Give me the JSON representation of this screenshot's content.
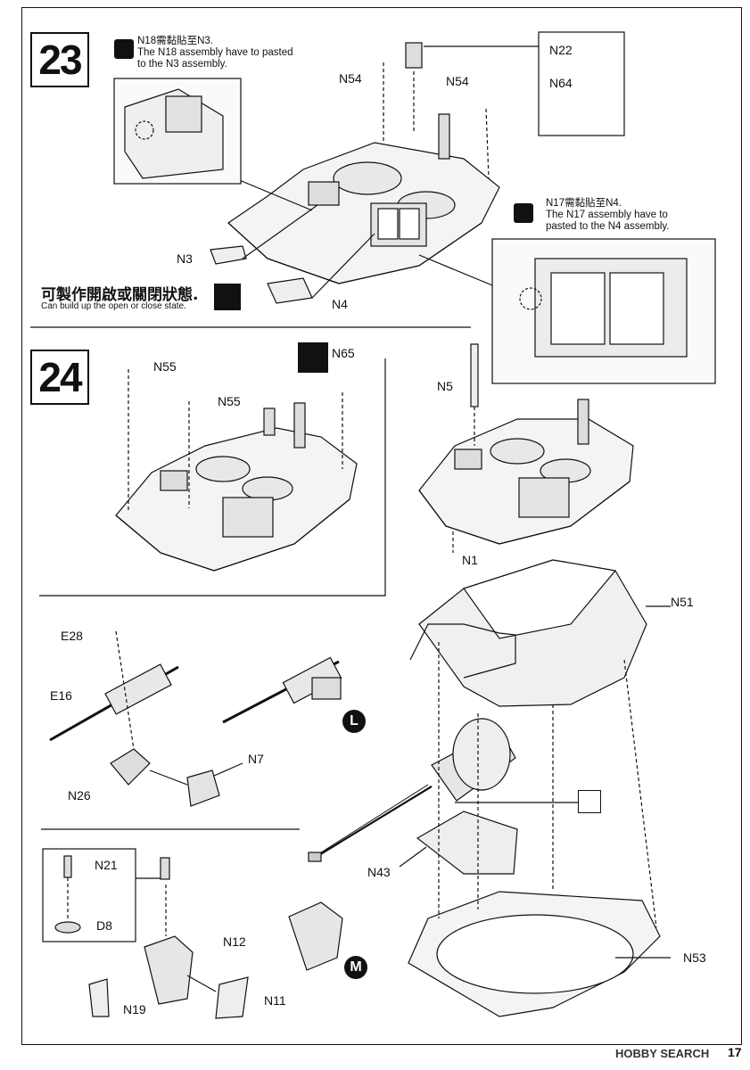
{
  "page": {
    "number": "17"
  },
  "step23": {
    "number": "23",
    "note_n18_zh": "N18需黏貼至N3.",
    "note_n18_en_1": "The N18 assembly have to pasted",
    "note_n18_en_2": "to the N3 assembly.",
    "note_n17_zh": "N17需黏貼至N4.",
    "note_n17_en_1": "The N17 assembly have to",
    "note_n17_en_2": "pasted to the N4 assembly.",
    "open_close_zh": "可製作開啟或關閉狀態.",
    "open_close_en": "Can build up the open or close state.",
    "labels": {
      "n54a": "N54",
      "n54b": "N54",
      "n22": "N22",
      "n64": "N64",
      "n3": "N3",
      "n4": "N4"
    }
  },
  "step24": {
    "number": "24",
    "labels": {
      "n55a": "N55",
      "n55b": "N55",
      "n65": "N65",
      "n5": "N5",
      "n1": "N1",
      "n51": "N51"
    }
  },
  "guns": {
    "labels": {
      "e28": "E28",
      "e16": "E16",
      "n26": "N26",
      "n7": "N7",
      "n43": "N43",
      "n53": "N53"
    },
    "badge_l": "L",
    "badge_m": "M"
  },
  "parts": {
    "labels": {
      "n21": "N21",
      "d8": "D8",
      "n12": "N12",
      "n19": "N19",
      "n11": "N11"
    }
  },
  "watermark": "HOBBY SEARCH"
}
